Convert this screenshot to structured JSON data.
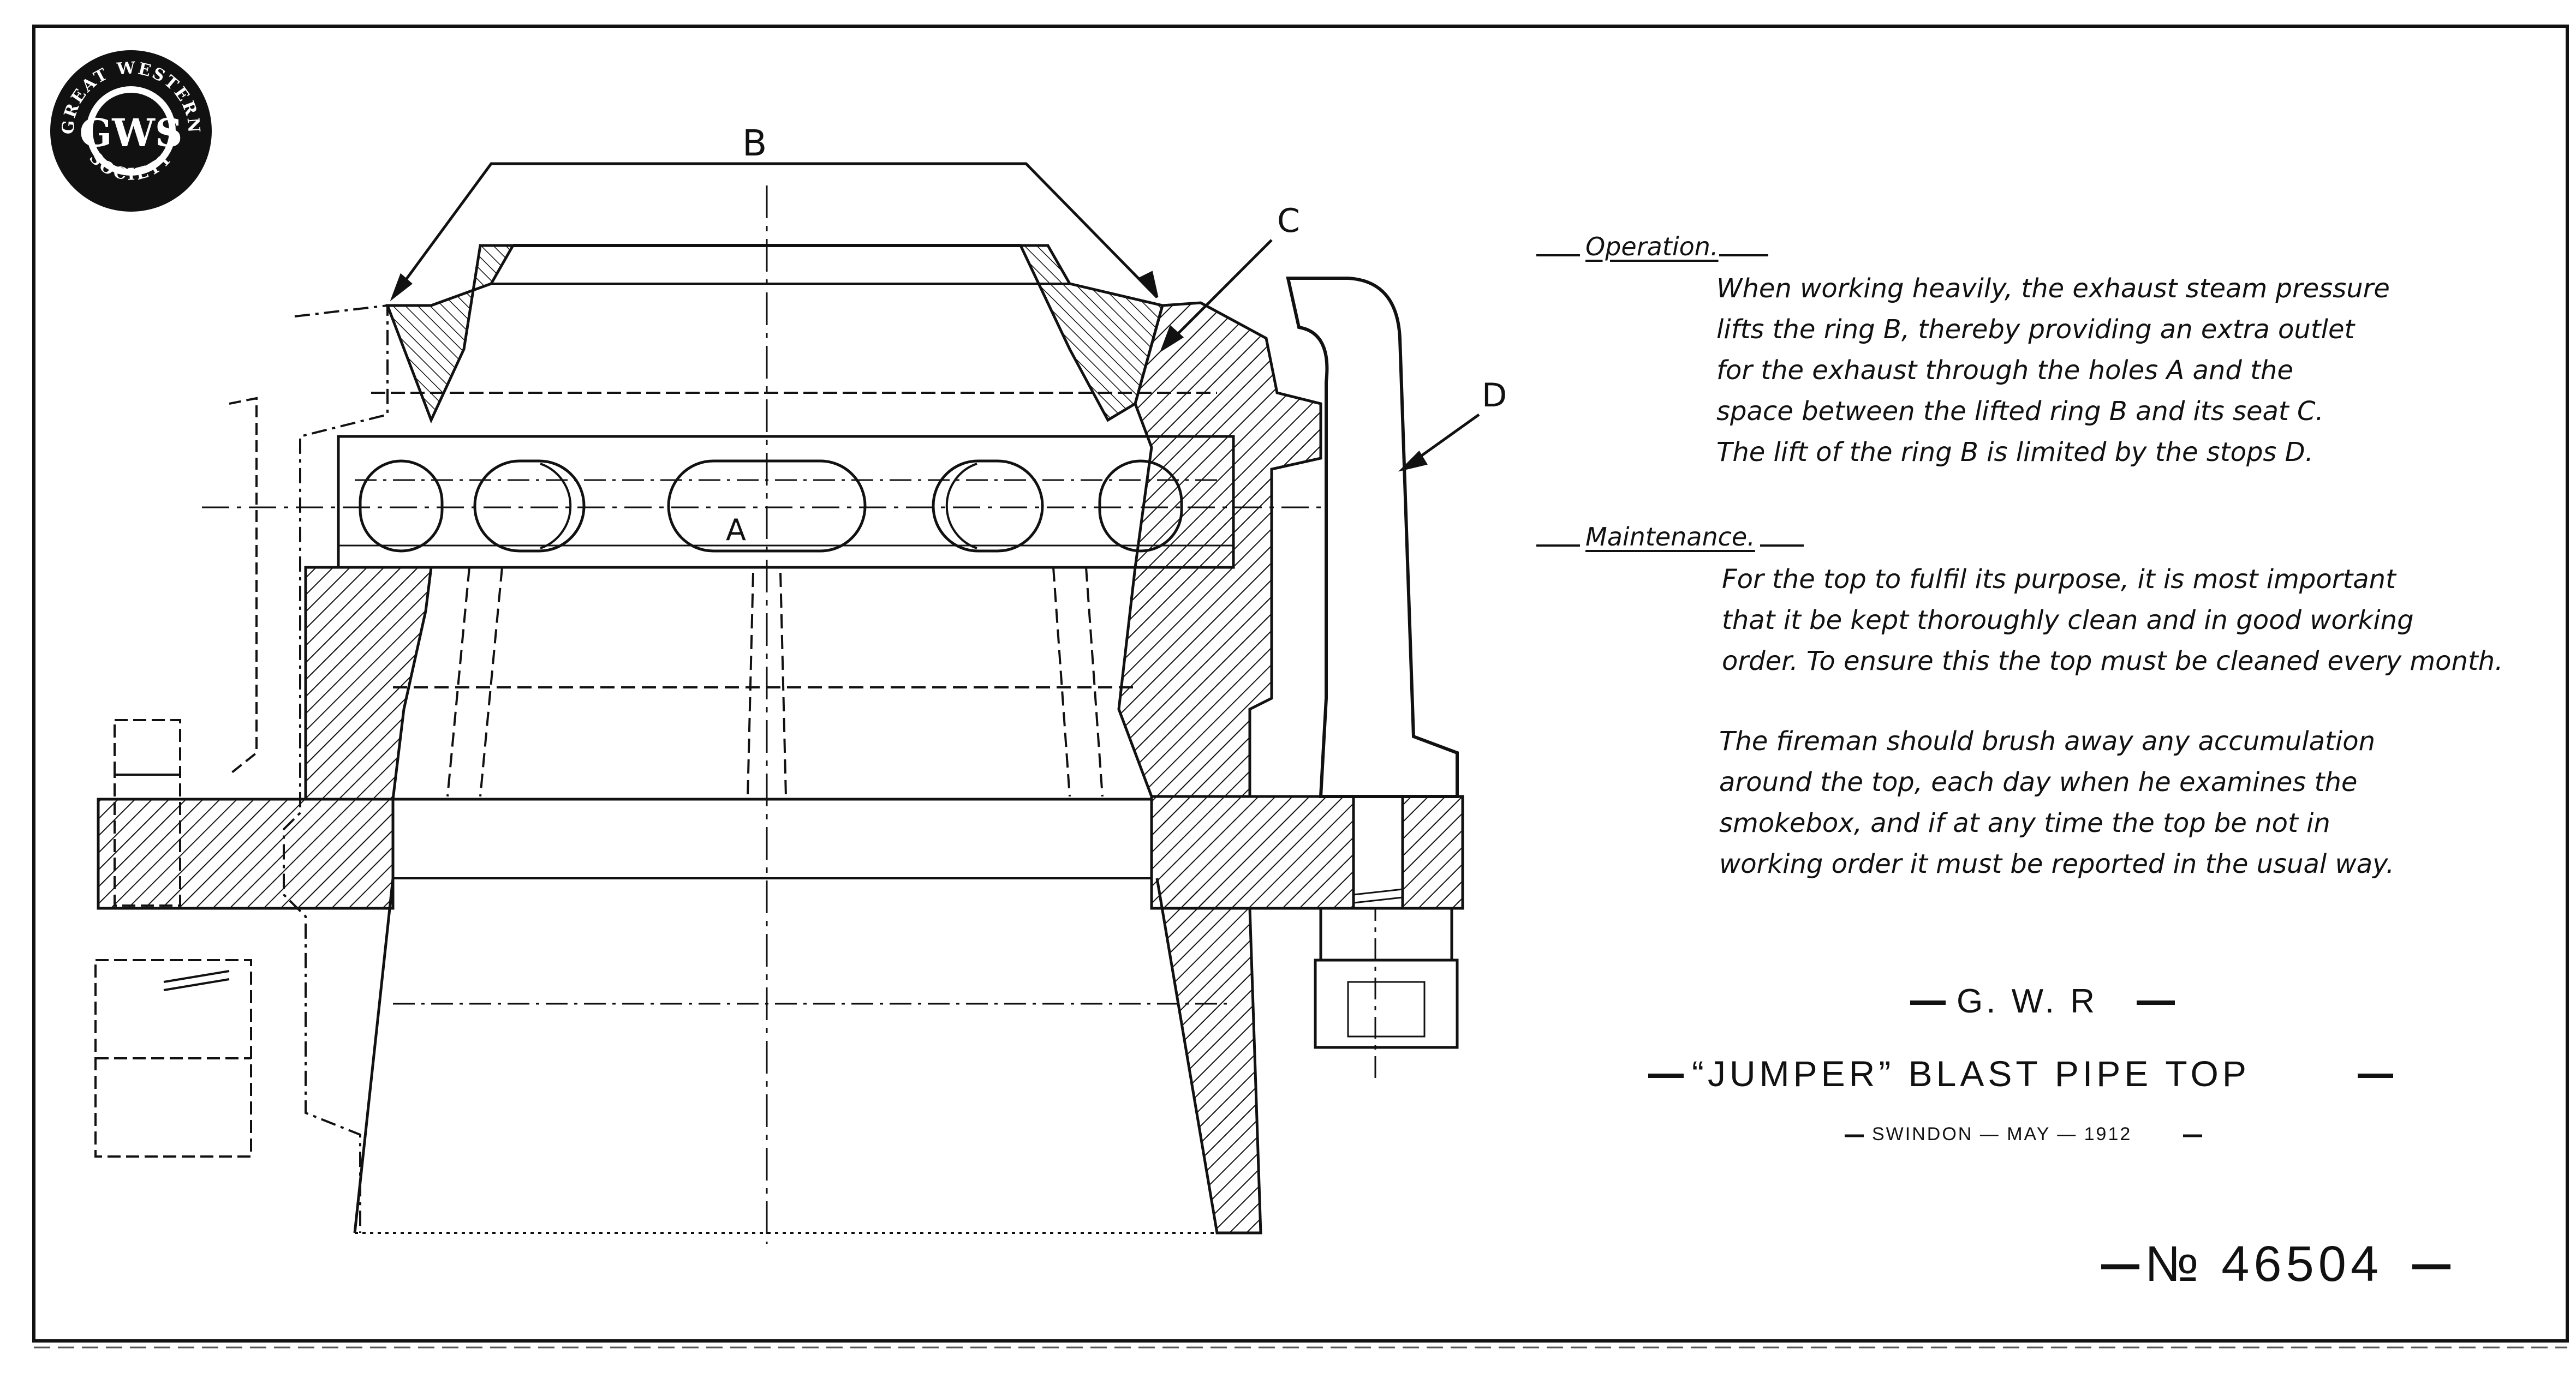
{
  "logo": {
    "ring_text_top": "GREAT WESTERN",
    "ring_text_bottom": "SOCIETY",
    "monogram": "GWS"
  },
  "labels": {
    "b": "B",
    "c": "C",
    "d": "D",
    "a": "A"
  },
  "operation": {
    "heading": "Operation.",
    "lines": [
      "When working heavily, the exhaust steam pressure",
      "lifts the ring B, thereby providing an extra outlet",
      "for the exhaust through the holes A and the",
      "space between the lifted ring B and its seat C.",
      "The lift of the ring B is limited by the stops D."
    ]
  },
  "maintenance": {
    "heading": "Maintenance.",
    "lines": [
      "For the top to fulfil its purpose, it is most important",
      "that it be kept thoroughly clean and in good working",
      "order. To ensure this the top must be cleaned every month."
    ],
    "lines2": [
      "The fireman should brush away any accumulation",
      "around the top, each day when he examines the",
      "smokebox, and if at any time the top be not in",
      "working order it must be reported in the usual way."
    ]
  },
  "title_block": {
    "company": "G. W. R",
    "title": "“JUMPER” BLAST PIPE TOP",
    "place_date": "SWINDON — MAY — 1912",
    "number": "№ 46504"
  }
}
